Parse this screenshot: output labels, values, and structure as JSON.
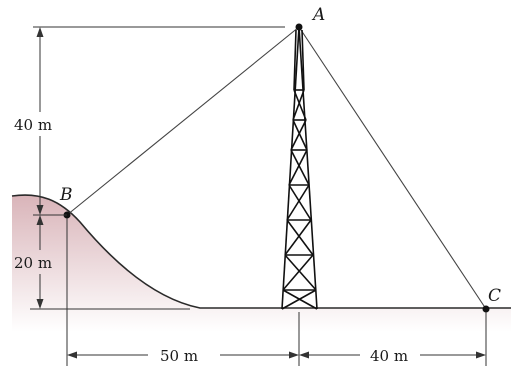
{
  "points": {
    "a": "A",
    "b": "B",
    "c": "C"
  },
  "dimensions": {
    "vertical_total": "40 m",
    "vertical_b": "20 m",
    "horizontal_bt": "50 m",
    "horizontal_tc": "40 m"
  },
  "colors": {
    "ground_fill": "#e8cfd2",
    "ground_line": "#2a2a2a",
    "structure": "#111111"
  }
}
